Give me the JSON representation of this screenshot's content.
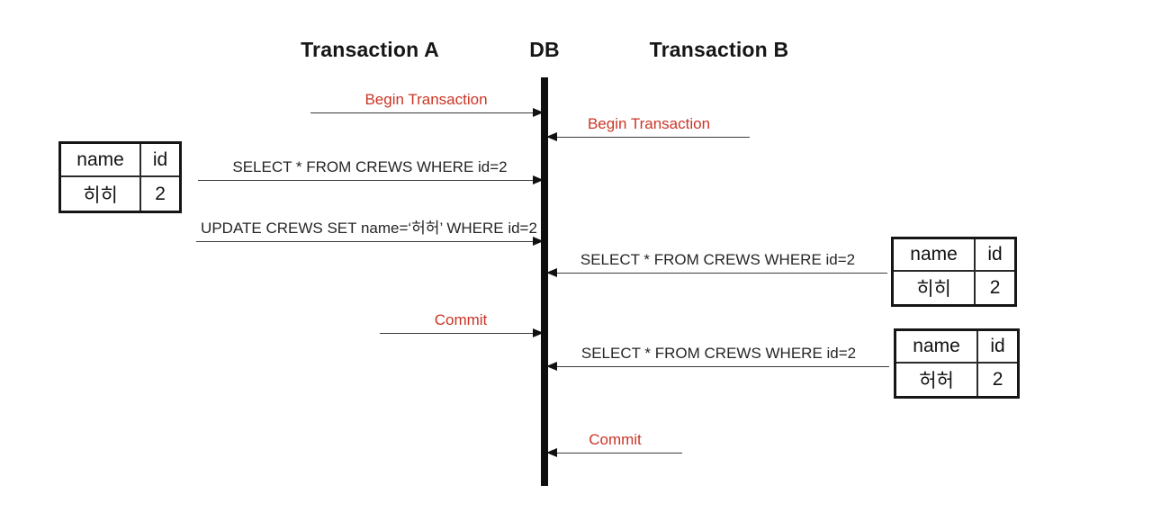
{
  "diagram": {
    "lanes": {
      "transaction_a": "Transaction A",
      "db": "DB",
      "transaction_b": "Transaction B"
    },
    "messages": [
      {
        "label": "Begin Transaction",
        "from": "Transaction A",
        "to": "DB",
        "kind": "control"
      },
      {
        "label": "Begin Transaction",
        "from": "Transaction B",
        "to": "DB",
        "kind": "control"
      },
      {
        "label": "SELECT * FROM CREWS WHERE id=2",
        "from": "Transaction A",
        "to": "DB",
        "kind": "sql"
      },
      {
        "label": "UPDATE CREWS SET name=‘허허’ WHERE id=2",
        "from": "Transaction A",
        "to": "DB",
        "kind": "sql"
      },
      {
        "label": "SELECT * FROM CREWS WHERE id=2",
        "from": "Transaction B",
        "to": "DB",
        "kind": "sql"
      },
      {
        "label": "Commit",
        "from": "Transaction A",
        "to": "DB",
        "kind": "control"
      },
      {
        "label": "SELECT * FROM CREWS WHERE id=2",
        "from": "Transaction B",
        "to": "DB",
        "kind": "sql"
      },
      {
        "label": "Commit",
        "from": "Transaction B",
        "to": "DB",
        "kind": "control"
      }
    ],
    "tables": [
      {
        "columns": [
          "name",
          "id"
        ],
        "row": [
          "히히",
          "2"
        ]
      },
      {
        "columns": [
          "name",
          "id"
        ],
        "row": [
          "히히",
          "2"
        ]
      },
      {
        "columns": [
          "name",
          "id"
        ],
        "row": [
          "허허",
          "2"
        ]
      }
    ],
    "colors": {
      "control_label_red": "#cb3526",
      "text_black": "#161616",
      "lifeline_black": "#0d0d0d"
    }
  }
}
